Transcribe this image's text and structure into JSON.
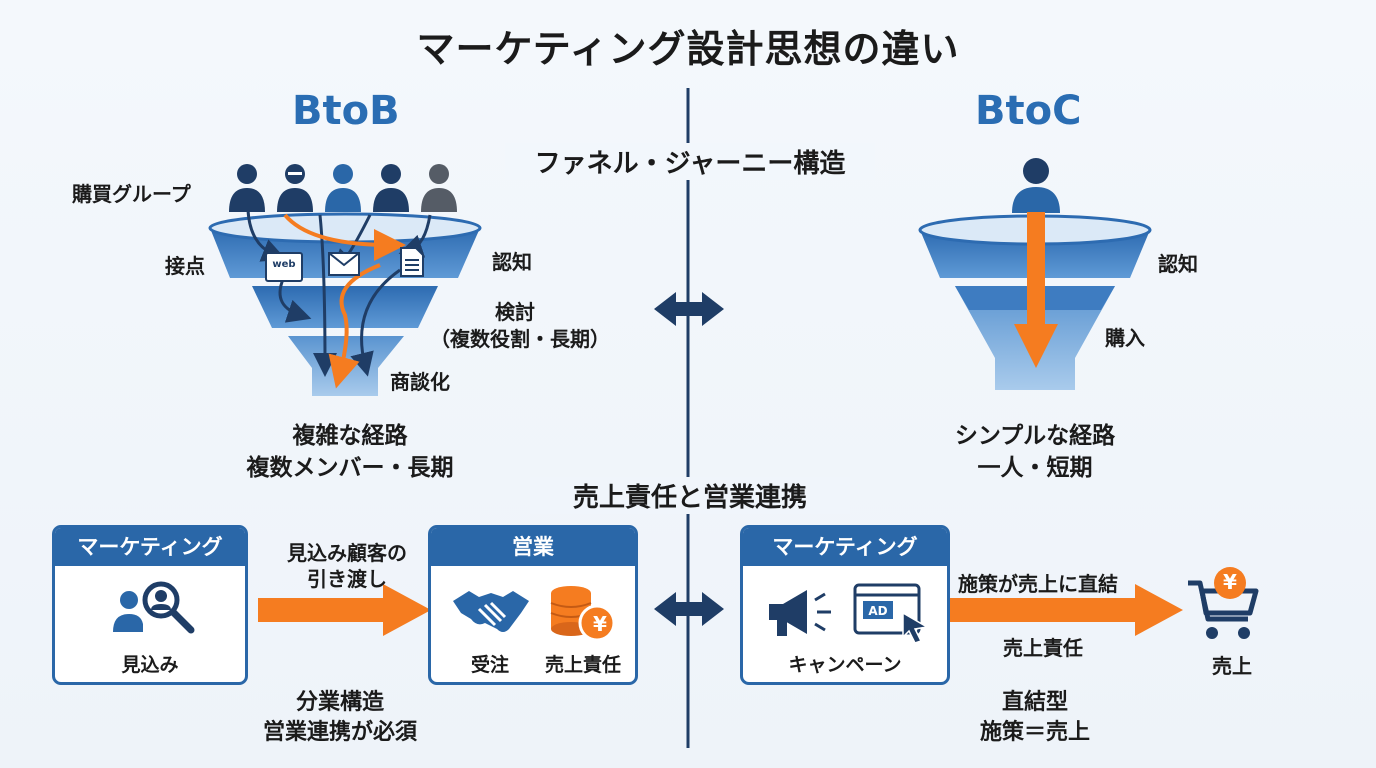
{
  "title": "マーケティング設計思想の違い",
  "btob": {
    "heading": "BtoB",
    "buying_group": "購買グループ",
    "touchpoint": "接点",
    "awareness": "認知",
    "consideration": "検討",
    "consideration_note": "（複数役割・長期）",
    "opportunity": "商談化",
    "caption_line1": "複雑な経路",
    "caption_line2": "複数メンバー・長期",
    "web_label": "web"
  },
  "btoc": {
    "heading": "BtoC",
    "awareness": "認知",
    "purchase": "購入",
    "caption_line1": "シンプルな経路",
    "caption_line2": "一人・短期"
  },
  "section_funnel": "ファネル・ジャーニー構造",
  "section_sales": "売上責任と営業連携",
  "btob_flow": {
    "marketing_title": "マーケティング",
    "marketing_label": "見込み",
    "handoff_line1": "見込み顧客の",
    "handoff_line2": "引き渡し",
    "sales_title": "営業",
    "order_label": "受注",
    "revenue_label": "売上責任",
    "caption_line1": "分業構造",
    "caption_line2": "営業連携が必須"
  },
  "btoc_flow": {
    "marketing_title": "マーケティング",
    "campaign_label": "キャンペーン",
    "ad_label": "AD",
    "arrow_top": "施策が売上に直結",
    "arrow_bottom": "売上責任",
    "sales_label": "売上",
    "caption_line1": "直結型",
    "caption_line2": "施策＝売上"
  },
  "colors": {
    "accent_blue": "#2a67a8",
    "heading_blue": "#2a6db3",
    "arrow_orange": "#f57c20",
    "navy": "#1f3d66"
  },
  "icons": {
    "yen": "¥"
  }
}
